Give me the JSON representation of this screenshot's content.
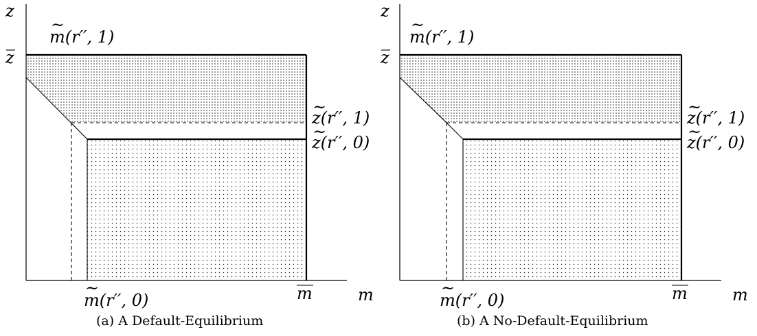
{
  "panels": [
    {
      "id": "a",
      "caption": "(a)  A Default-Equilibrium",
      "labels": {
        "y_axis": "z",
        "x_axis": "m",
        "z_bar": "z",
        "m_bar": "m",
        "m_tilde_1": "m(r′′, 1)",
        "m_tilde_0": "m(r′′, 0)",
        "z_tilde_1": "z(r′′, 1)",
        "z_tilde_0": "z(r′′, 0)"
      }
    },
    {
      "id": "b",
      "caption": "(b)  A No-Default-Equilibrium",
      "labels": {
        "y_axis": "z",
        "x_axis": "m",
        "z_bar": "z",
        "m_bar": "m",
        "m_tilde_1": "m(r′′, 1)",
        "m_tilde_0": "m(r′′, 0)",
        "z_tilde_1": "z(r′′, 1)",
        "z_tilde_0": "z(r′′, 0)"
      }
    }
  ]
}
